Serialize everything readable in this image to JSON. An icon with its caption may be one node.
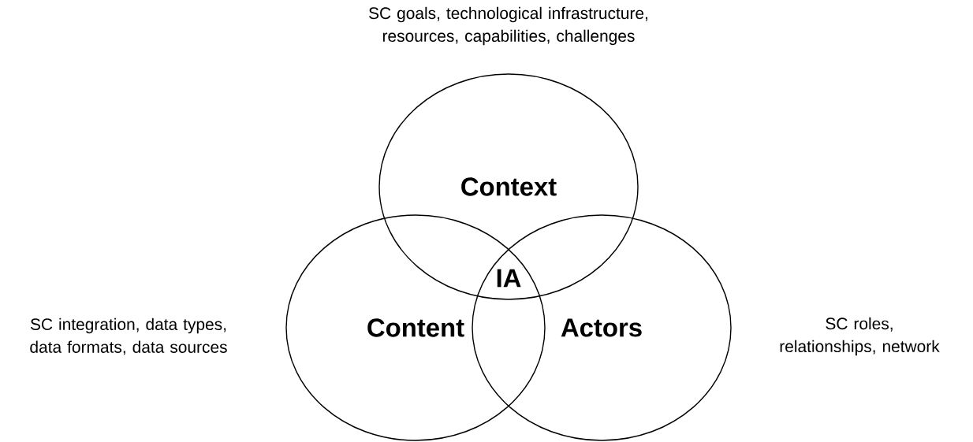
{
  "diagram": {
    "nodes": [
      {
        "text": [
          "Context"
        ],
        "beside": [
          "SC goals, technological infrastructure, resources, capabilities, challenges"
        ]
      },
      {
        "text": [
          "Content"
        ],
        "beside": [
          "SC integration, data types, data formats, data sources"
        ]
      },
      {
        "text": [
          "Actors"
        ],
        "beside": [
          "SC roles, relationships, network"
        ]
      }
    ],
    "labels": [
      "IA"
    ]
  }
}
